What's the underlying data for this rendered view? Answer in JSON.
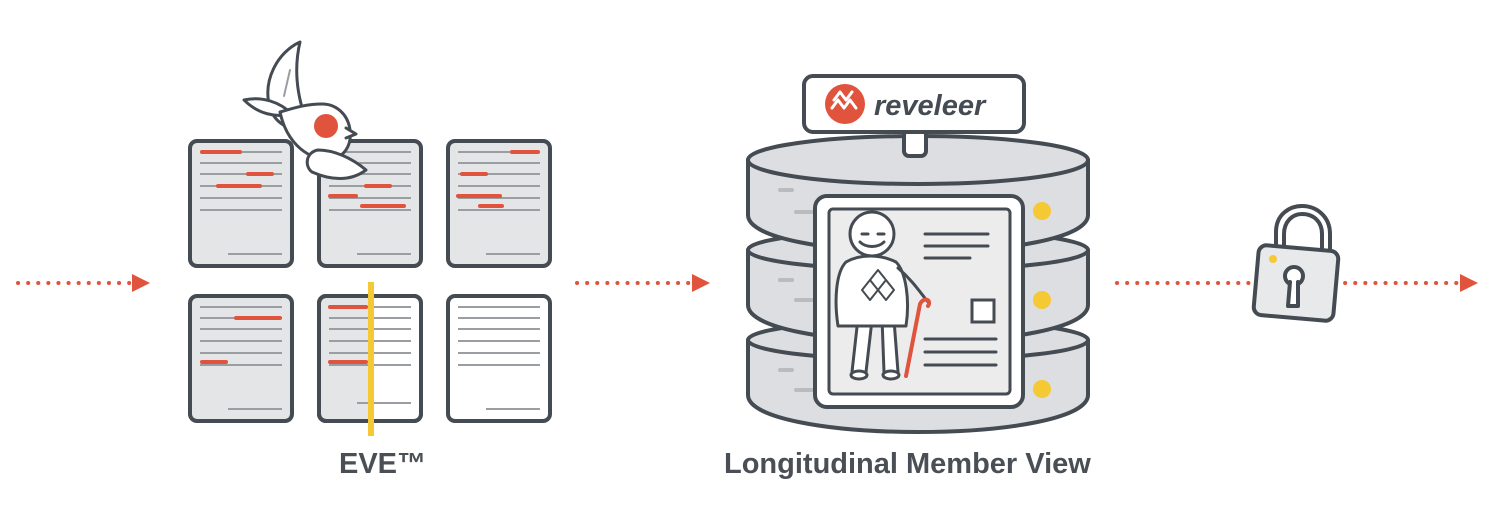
{
  "captions": {
    "eve": "EVE™",
    "member_view": "Longitudinal Member View"
  },
  "brand": {
    "name": "reveleer",
    "accent_color": "#e0533d"
  },
  "colors": {
    "outline": "#454b52",
    "page_fill": "#e4e5e7",
    "database_fill": "#dcdee1",
    "highlight": "#f5c933",
    "arrow": "#e0533d"
  },
  "icons": {
    "bird": "bird-icon",
    "lock": "padlock-icon",
    "person": "elderly-person-with-cane-icon"
  }
}
